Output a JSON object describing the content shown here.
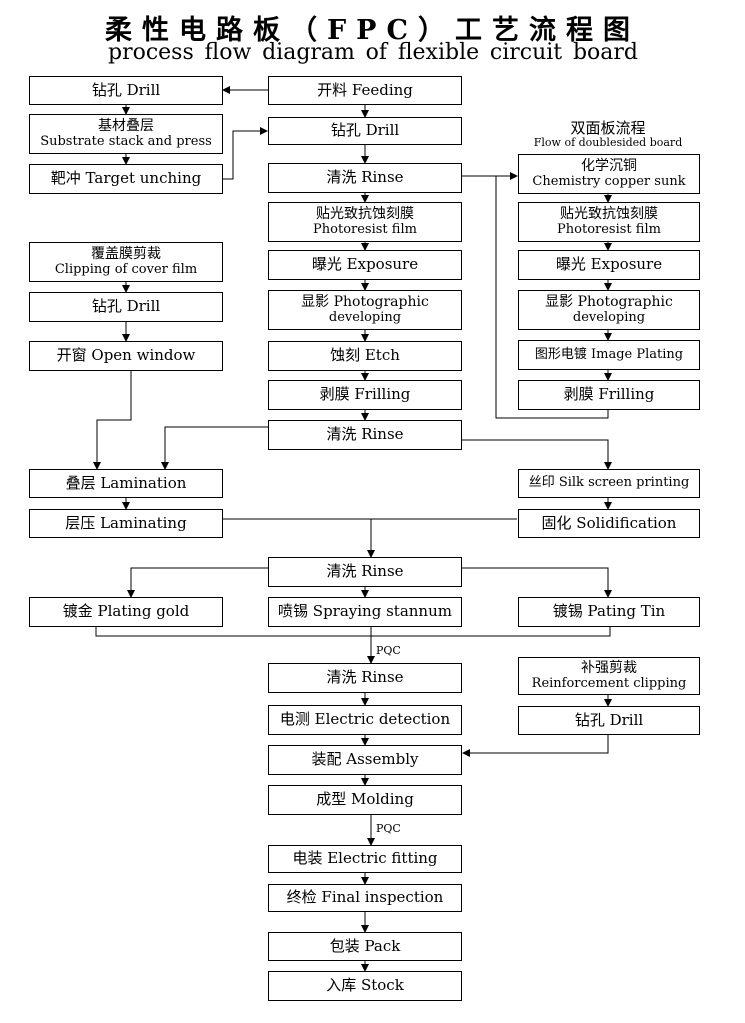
{
  "title": "柔性电路板（FPC）工艺流程图",
  "subtitle_words": [
    "process",
    "flow",
    "diagram",
    "of",
    "flexible",
    "circuit",
    "board"
  ],
  "double_side_header": {
    "cn": "双面板流程",
    "en": "Flow of doublesided board"
  },
  "pqc_label": "PQC",
  "left": {
    "drill1": "钻孔 Drill",
    "substrate_cn": "基材叠层",
    "substrate_en": "Substrate stack and press",
    "target": "靶冲 Target unching",
    "cover_cn": "覆盖膜剪裁",
    "cover_en": "Clipping of cover film",
    "drill2": "钻孔 Drill",
    "open_window": "开窗 Open window",
    "lamination": "叠层 Lamination",
    "laminating": "层压 Laminating",
    "plating_gold": "镀金 Plating gold"
  },
  "center": {
    "feeding": "开料 Feeding",
    "drill": "钻孔 Drill",
    "rinse1": "清洗 Rinse",
    "photo_cn": "贴光致抗蚀刻膜",
    "photo_en": "Photoresist film",
    "exposure": "曝光 Exposure",
    "dev_cn": "显影 Photographic",
    "dev_en": "developing",
    "etch": "蚀刻 Etch",
    "frilling": "剥膜 Frilling",
    "rinse2": "清洗 Rinse",
    "rinse3": "清洗 Rinse",
    "spraying": "喷锡 Spraying stannum",
    "rinse4": "清洗 Rinse",
    "electric_detection": "电测 Electric detection",
    "assembly": "装配 Assembly",
    "molding": "成型 Molding",
    "electric_fitting": "电装 Electric fitting",
    "final_inspection": "终检 Final inspection",
    "pack": "包装 Pack",
    "stock": "入库 Stock"
  },
  "right": {
    "chem_cn": "化学沉铜",
    "chem_en": "Chemistry copper sunk",
    "photo_cn": "贴光致抗蚀刻膜",
    "photo_en": "Photoresist film",
    "exposure": "曝光 Exposure",
    "dev_cn": "显影 Photographic",
    "dev_en": "developing",
    "image_plating": "图形电镀 Image Plating",
    "frilling": "剥膜 Frilling",
    "silk": "丝印 Silk screen printing",
    "solidification": "固化 Solidification",
    "plating_tin": "镀锡 Pating Tin",
    "reinf_cn": "补强剪裁",
    "reinf_en": "Reinforcement clipping",
    "drill": "钻孔 Drill"
  }
}
